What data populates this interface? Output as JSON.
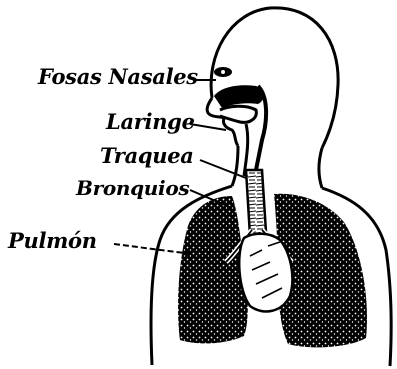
{
  "diagram": {
    "labels": {
      "nasal": "Fosas Nasales",
      "larynx": "Laringe",
      "trachea": "Traquea",
      "bronchi": "Bronquios",
      "lung": "Pulmón"
    },
    "colors": {
      "ink": "#000000",
      "paper": "#ffffff"
    }
  }
}
